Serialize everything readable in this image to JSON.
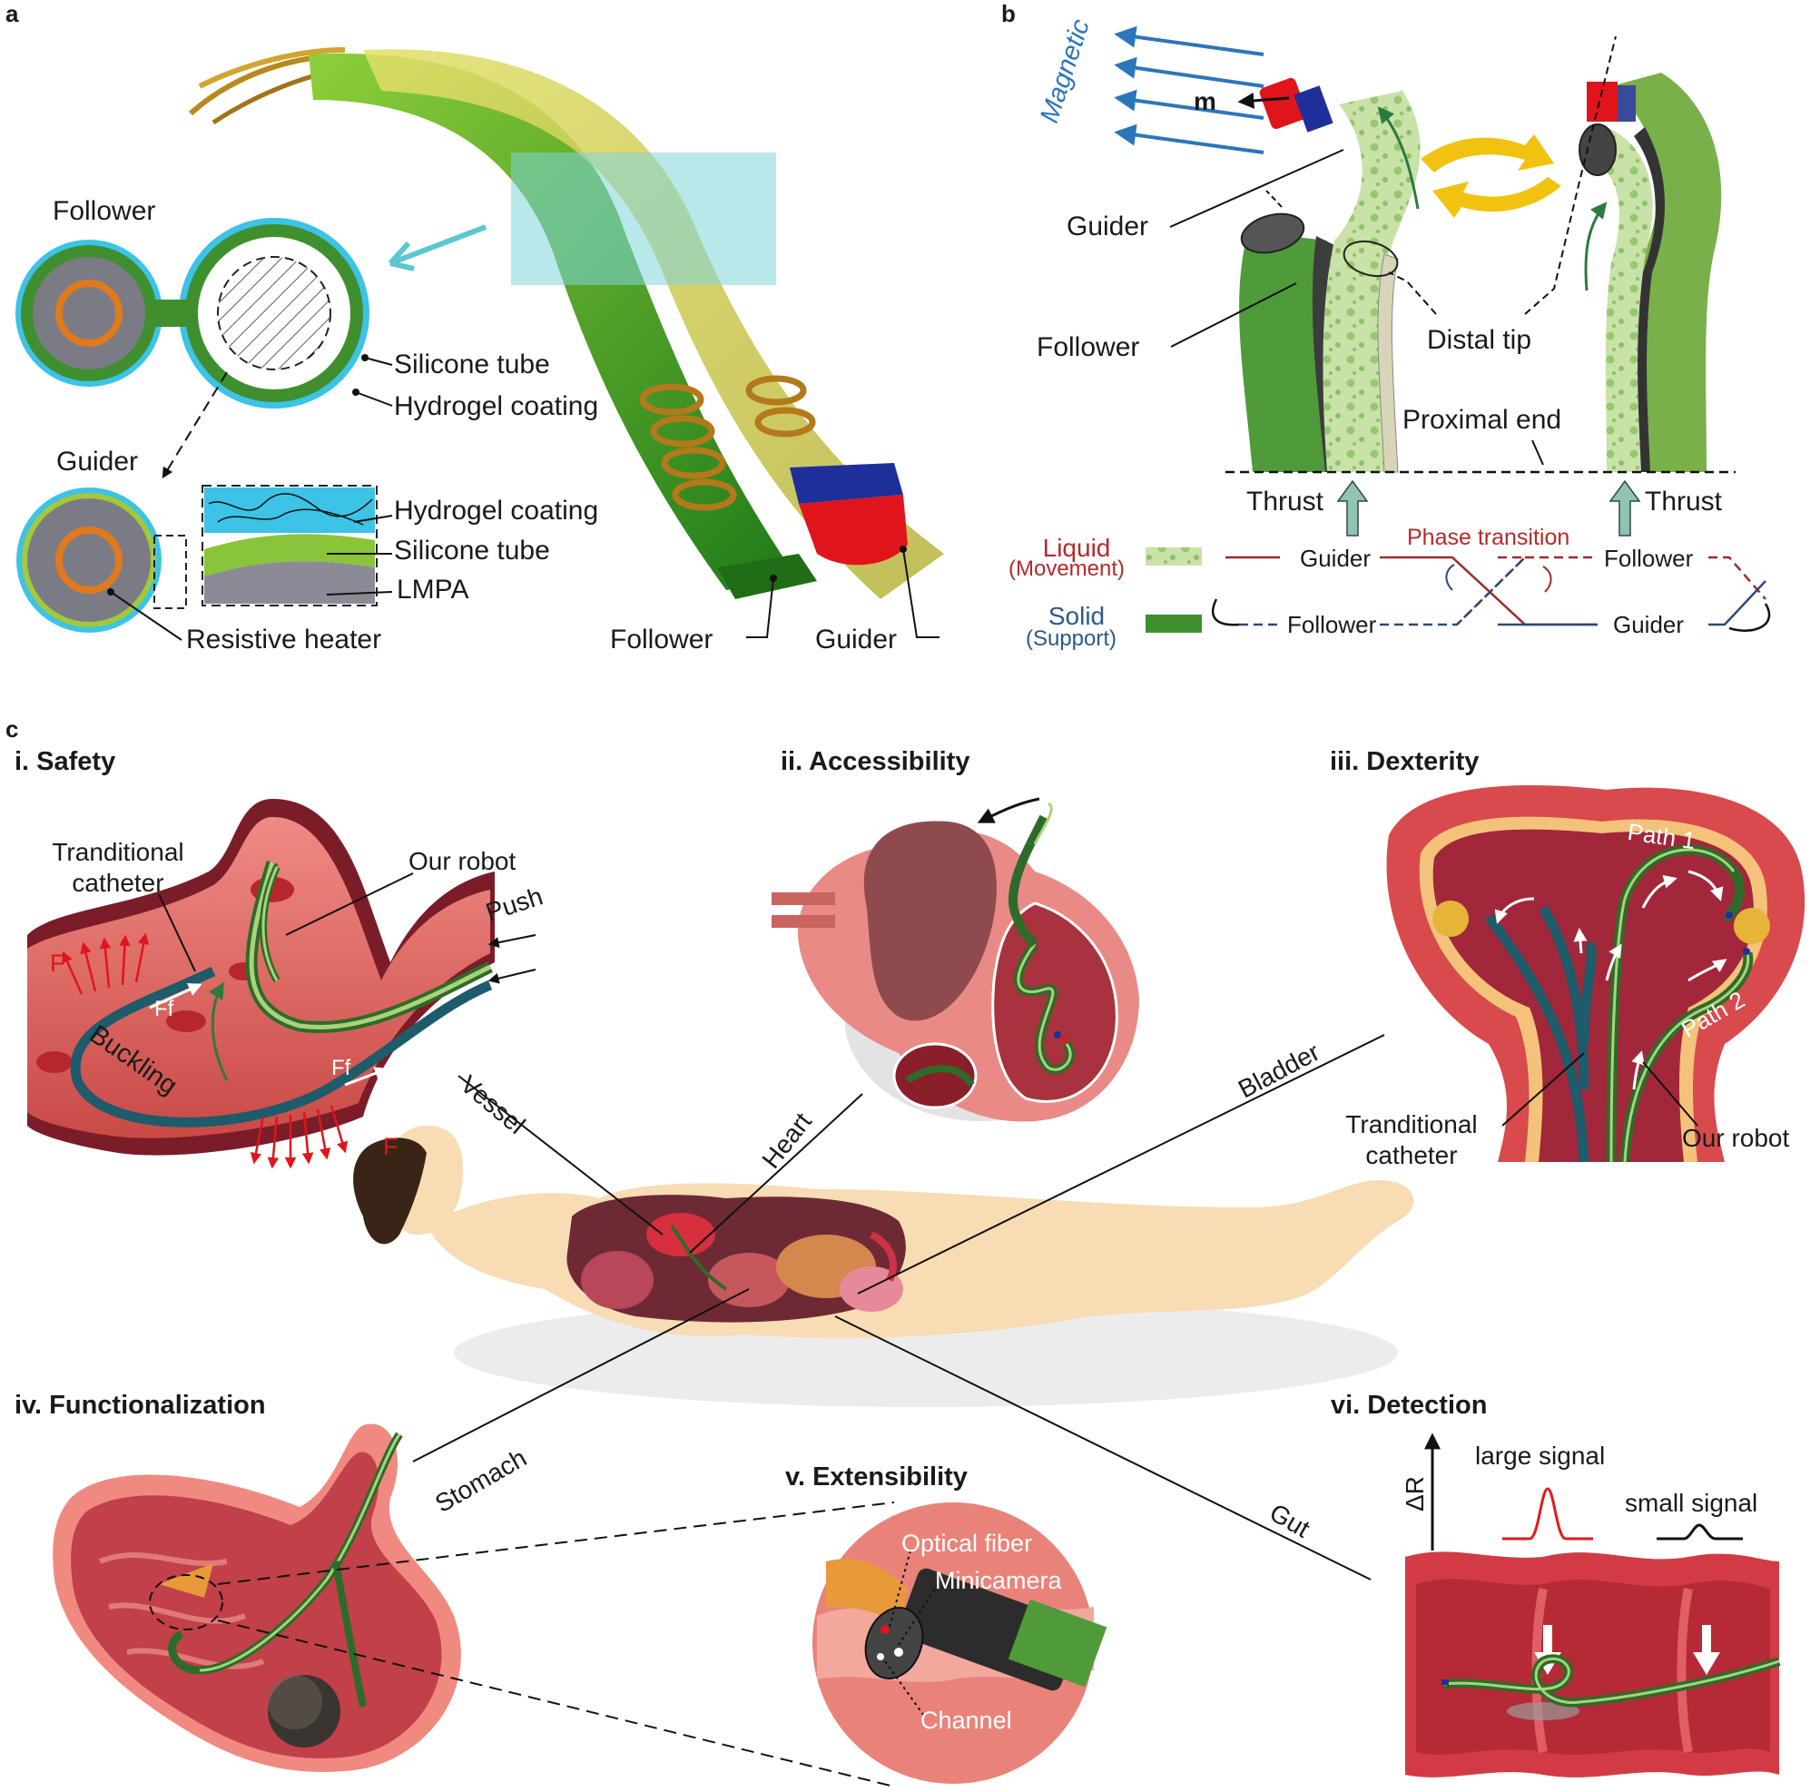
{
  "panels": {
    "a": "a",
    "b": "b",
    "c": "c"
  },
  "panel_a": {
    "follower": "Follower",
    "silicone_tube": "Silicone tube",
    "hydrogel_coating": "Hydrogel coating",
    "guider": "Guider",
    "hydrogel_coating_2": "Hydrogel coating",
    "silicone_tube_2": "Silicone tube",
    "lmpa": "LMPA",
    "resistive_heater": "Resistive heater",
    "follower_bottom": "Follower",
    "guider_bottom": "Guider"
  },
  "panel_b": {
    "magnetic": "Magnetic",
    "m": "m",
    "guider": "Guider",
    "follower": "Follower",
    "distal_tip": "Distal tip",
    "proximal_end": "Proximal end",
    "thrust_left": "Thrust",
    "thrust_right": "Thrust",
    "liquid": "Liquid",
    "movement": "(Movement)",
    "solid": "Solid",
    "support": "(Support)",
    "phase_transition": "Phase transition",
    "seq_guider_top": "Guider",
    "seq_follower_top": "Follower",
    "seq_follower_bottom": "Follower",
    "seq_guider_bottom": "Guider"
  },
  "panel_c": {
    "safety": "i. Safety",
    "accessibility": "ii. Accessibility",
    "dexterity": "iii. Dexterity",
    "functionalization": "iv. Functionalization",
    "extensibility": "v. Extensibility",
    "detection": "vi. Detection",
    "traditional_catheter": "Tranditional catheter",
    "our_robot": "Our robot",
    "push": "Push",
    "force": "F",
    "friction": "Ff",
    "buckling": "Buckling",
    "vessel": "Vessel",
    "heart": "Heart",
    "bladder": "Bladder",
    "stomach": "Stomach",
    "gut": "Gut",
    "path1": "Path 1",
    "path2": "Path 2",
    "traditional_catheter_2": "Tranditional catheter",
    "our_robot_2": "Our robot",
    "optical_fiber": "Optical fiber",
    "minicamera": "Minicamera",
    "channel": "Channel",
    "delta_r": "ΔR",
    "large_signal": "large signal",
    "small_signal": "small signal"
  },
  "colors": {
    "follower_green": "#3f8f2f",
    "guider_green": "#a9d37a",
    "hydrogel_blue": "#3cc3e6",
    "tissue_red": "#d9534f",
    "signal_red": "#e01b1b",
    "magnet_red": "#e0151b",
    "magnet_blue": "#1f2f9a"
  }
}
